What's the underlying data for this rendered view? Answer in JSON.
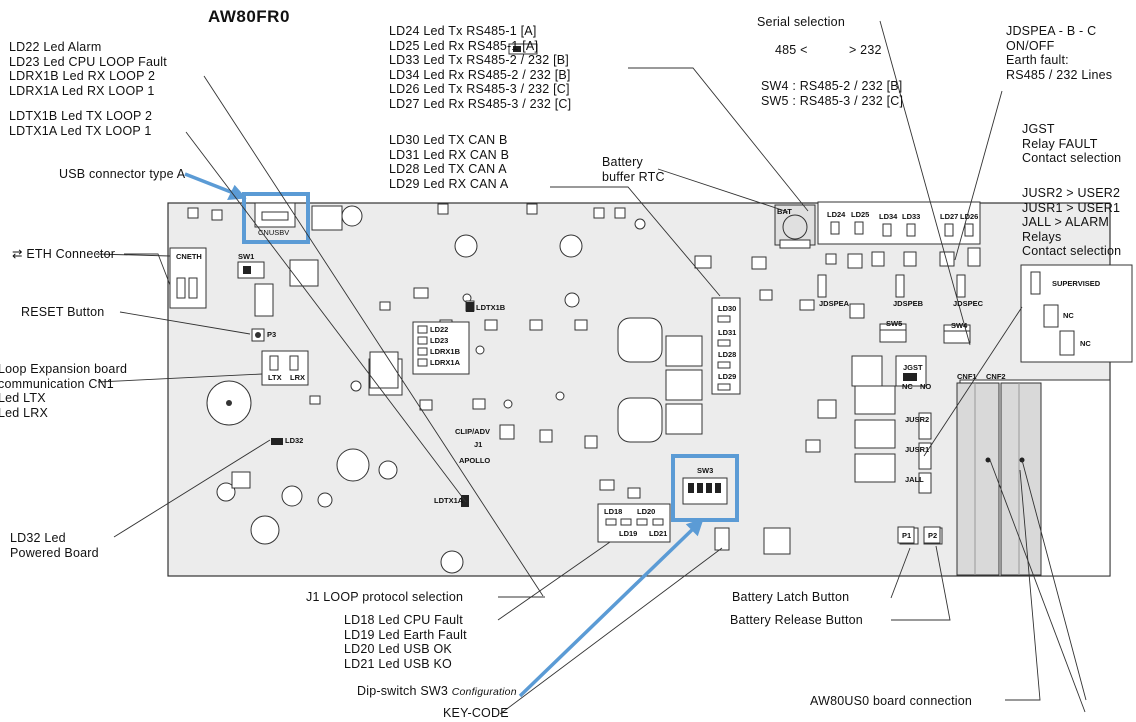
{
  "title": "AW80FR0",
  "colors": {
    "highlight": "#5b9bd5",
    "board_fill": "#ececec",
    "line": "#333333"
  },
  "left_labels": {
    "ld22_group": [
      "LD22  Led  Alarm",
      "LD23  Led  CPU  LOOP  Fault",
      "LDRX1B  Led  RX  LOOP  2",
      "LDRX1A  Led  RX  LOOP  1"
    ],
    "ldtx_group": [
      "LDTX1B  Led  TX  LOOP  2",
      "LDTX1A  Led  TX  LOOP  1"
    ],
    "usb": "USB connector type A",
    "eth": "ETH  Connector",
    "reset": "RESET  Button",
    "loop_expansion": [
      "Loop Expansion board",
      "communication CN1",
      "Led  LTX",
      "Led  LRX"
    ],
    "ld32": [
      "LD32  Led",
      "Powered  Board"
    ]
  },
  "top_labels": {
    "rs485_group": [
      "LD24  Led  Tx  RS485-1  [A]",
      "LD25  Led  Rx  RS485-1  [A]",
      "LD33  Led  Tx  RS485-2  /  232  [B]",
      "LD34  Led  Rx  RS485-2  /  232  [B]",
      "LD26  Led  Tx  RS485-3  /  232  [C]",
      "LD27  Led  Rx  RS485-3  /  232  [C]"
    ],
    "can_group": [
      "LD30  Led  TX  CAN  B",
      "LD31  Led  RX  CAN  B",
      "LD28  Led  TX  CAN  A",
      "LD29  Led  RX  CAN  A"
    ],
    "battery_rtc": [
      "Battery",
      "buffer RTC"
    ],
    "serial_selection": "Serial  selection",
    "serial_left": "485  <",
    "serial_right": ">  232",
    "sw4": "SW4  :  RS485-2  /  232  [B]",
    "sw5": "SW5  :  RS485-3  /  232  [C]"
  },
  "right_labels": {
    "jdspea": [
      "JDSPEA  -  B  -  C",
      "ON/OFF",
      "Earth  fault:",
      "RS485  /  232  Lines"
    ],
    "jgst": [
      "JGST",
      "Relay  FAULT",
      "Contact  selection"
    ],
    "jusr": [
      "JUSR2  >  USER2",
      "JUSR1  >  USER1",
      "JALL  >  ALARM",
      "Relays",
      "Contact  selection"
    ],
    "legend": [
      "SUPERVISED",
      "NC",
      "NC"
    ]
  },
  "bottom_labels": {
    "j1": "J1  LOOP  protocol  selection",
    "ld18_group": [
      "LD18  Led  CPU  Fault",
      "LD19  Led  Earth  Fault",
      "LD20  Led  USB  OK",
      "LD21  Led  USB  KO"
    ],
    "sw3": "Dip-switch  SW3",
    "sw3_sub": "Configuration",
    "keycode": "KEY-CODE",
    "battery_latch": "Battery  Latch  Button",
    "battery_release": "Battery  Release  Button",
    "aw80us0": "AW80US0  board  connection"
  },
  "components": {
    "cnusbv": "CNUSBV",
    "cneth": "CNETH",
    "sw1": "SW1",
    "p3": "P3",
    "ltx": "LTX",
    "lrx": "LRX",
    "ld32": "LD32",
    "ld22": "LD22",
    "ld23": "LD23",
    "ldrx1b": "LDRX1B",
    "ldrx1a": "LDRX1A",
    "ldtx1b": "LDTX1B",
    "ldtx1a": "LDTX1A",
    "clip_adv": "CLIP/ADV",
    "apollo": "APOLLO",
    "j1": "J1",
    "ld30": "LD30",
    "ld31": "LD31",
    "ld28": "LD28",
    "ld29": "LD29",
    "ld18": "LD18",
    "ld19": "LD19",
    "ld20": "LD20",
    "ld21": "LD21",
    "sw3": "SW3",
    "bat": "BAT",
    "ld24": "LD24",
    "ld25": "LD25",
    "ld34": "LD34",
    "ld33": "LD33",
    "ld27": "LD27",
    "ld26": "LD26",
    "jdspea": "JDSPEA",
    "jdspeb": "JDSPEB",
    "jdspec": "JDSPEC",
    "sw5": "SW5",
    "sw4": "SW4",
    "jgst": "JGST",
    "nc": "NC",
    "no": "NO",
    "jusr2": "JUSR2",
    "jusr1": "JUSR1",
    "jall": "JALL",
    "cnf1": "CNF1",
    "cnf2": "CNF2",
    "p1": "P1",
    "p2": "P2"
  }
}
